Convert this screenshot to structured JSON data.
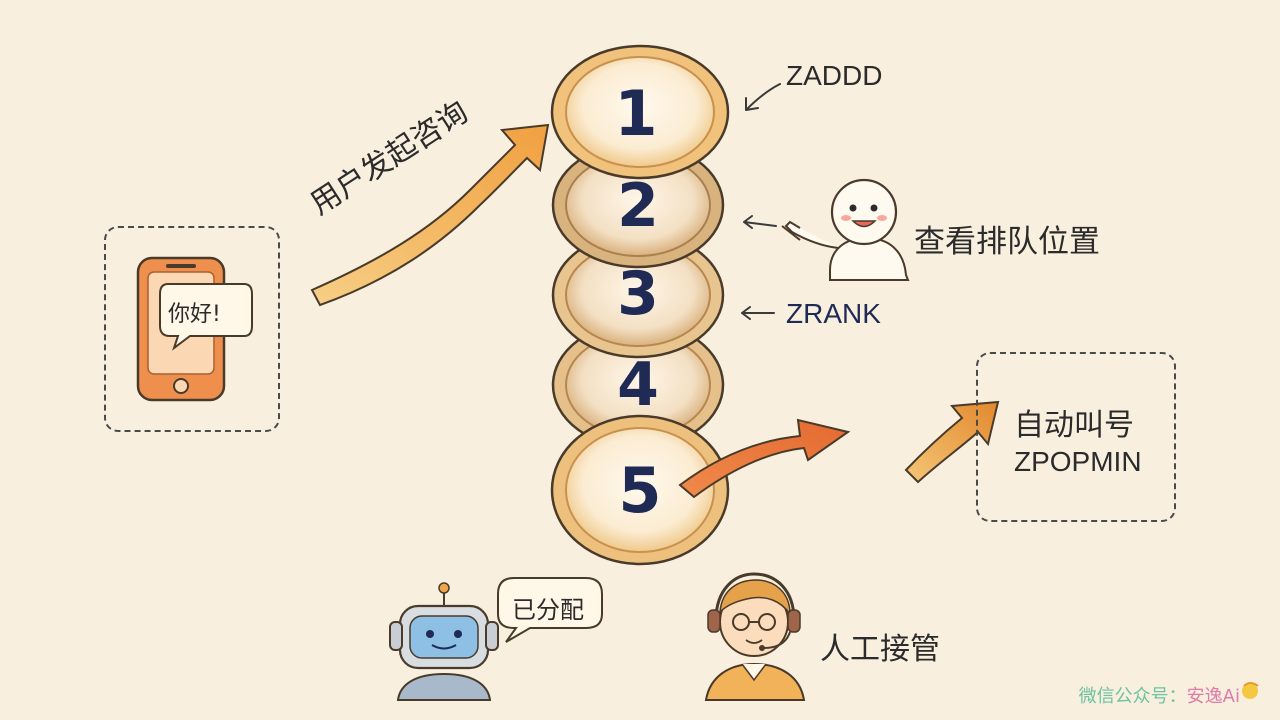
{
  "labels": {
    "zadd": "ZADDD",
    "user_flow": "用户发起咨询",
    "view_position": "查看排队位置",
    "zrank": "ZRANK",
    "auto_call": "自动叫号",
    "zpopmin": "ZPOPMIN",
    "assigned": "已分配",
    "human_takeover": "人工接管",
    "phone_bubble": "你好!"
  },
  "queue_numbers": [
    "1",
    "2",
    "3",
    "4",
    "5"
  ],
  "watermark": {
    "prefix": "微信公众号：",
    "brand": "安逸Ai"
  },
  "colors": {
    "background": "#f8efdf",
    "coin_outer": "#e8b878",
    "coin_inner": "#fff8ec",
    "arrow_orange": "#f0a64a",
    "arrow_red": "#e0703a",
    "number": "#1f2a55"
  }
}
